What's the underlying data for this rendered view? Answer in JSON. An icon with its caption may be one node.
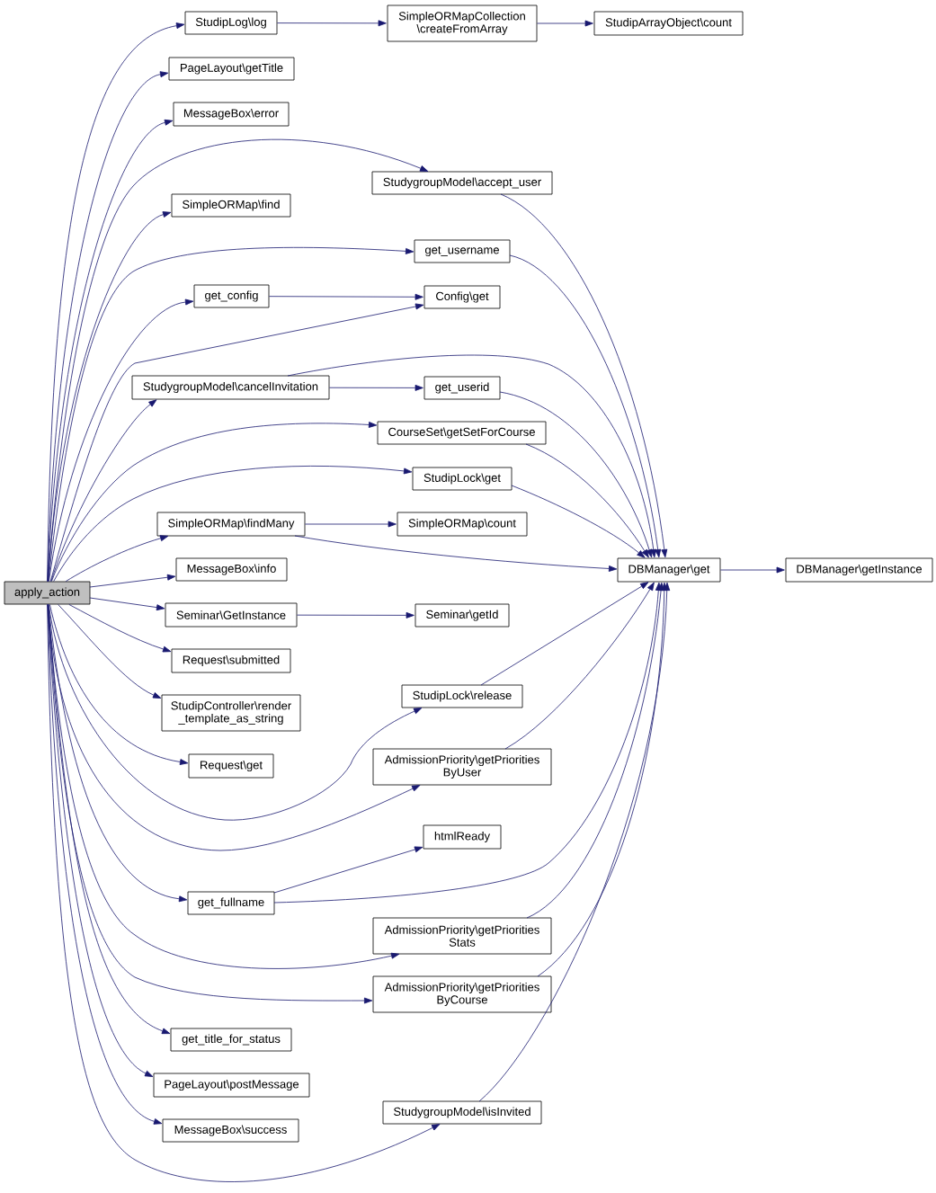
{
  "diagram": {
    "nodes": [
      {
        "text": [
          "apply_action"
        ]
      },
      {
        "text": [
          "StudipLog\\log"
        ]
      },
      {
        "text": [
          "SimpleORMapCollection \\createFromArray"
        ]
      },
      {
        "text": [
          "StudipArrayObject\\count"
        ]
      },
      {
        "text": [
          "PageLayout\\getTitle"
        ]
      },
      {
        "text": [
          "MessageBox\\error"
        ]
      },
      {
        "text": [
          "StudygroupModel\\accept_user"
        ]
      },
      {
        "text": [
          "SimpleORMap\\find"
        ]
      },
      {
        "text": [
          "get_username"
        ]
      },
      {
        "text": [
          "get_config"
        ]
      },
      {
        "text": [
          "Config\\get"
        ]
      },
      {
        "text": [
          "StudygroupModel\\cancelInvitation"
        ]
      },
      {
        "text": [
          "get_userid"
        ]
      },
      {
        "text": [
          "CourseSet\\getSetForCourse"
        ]
      },
      {
        "text": [
          "StudipLock\\get"
        ]
      },
      {
        "text": [
          "SimpleORMap\\findMany"
        ]
      },
      {
        "text": [
          "SimpleORMap\\count"
        ]
      },
      {
        "text": [
          "MessageBox\\info"
        ]
      },
      {
        "text": [
          "DBManager\\get"
        ]
      },
      {
        "text": [
          "DBManager\\getInstance"
        ]
      },
      {
        "text": [
          "Seminar\\GetInstance"
        ]
      },
      {
        "text": [
          "Seminar\\getId"
        ]
      },
      {
        "text": [
          "Request\\submitted"
        ]
      },
      {
        "text": [
          "StudipController\\render _template_as_string"
        ]
      },
      {
        "text": [
          "StudipLock\\release"
        ]
      },
      {
        "text": [
          "Request\\get"
        ]
      },
      {
        "text": [
          "AdmissionPriority\\getPriorities ByUser"
        ]
      },
      {
        "text": [
          "htmlReady"
        ]
      },
      {
        "text": [
          "get_fullname"
        ]
      },
      {
        "text": [
          "AdmissionPriority\\getPriorities Stats"
        ]
      },
      {
        "text": [
          "AdmissionPriority\\getPriorities ByCourse"
        ]
      },
      {
        "text": [
          "get_title_for_status"
        ]
      },
      {
        "text": [
          "PageLayout\\postMessage"
        ]
      },
      {
        "text": [
          "MessageBox\\success"
        ]
      },
      {
        "text": [
          "StudygroupModel\\isInvited"
        ]
      }
    ],
    "edges": [
      {
        "from": 0,
        "to": 1,
        "arrow": "to"
      },
      {
        "from": 0,
        "to": 4,
        "arrow": "to"
      },
      {
        "from": 0,
        "to": 5,
        "arrow": "to"
      },
      {
        "from": 0,
        "to": 6,
        "arrow": "to"
      },
      {
        "from": 0,
        "to": 7,
        "arrow": "to"
      },
      {
        "from": 0,
        "to": 8,
        "arrow": "to"
      },
      {
        "from": 0,
        "to": 9,
        "arrow": "to"
      },
      {
        "from": 0,
        "to": 10,
        "arrow": "to"
      },
      {
        "from": 0,
        "to": 11,
        "arrow": "to"
      },
      {
        "from": 0,
        "to": 13,
        "arrow": "to"
      },
      {
        "from": 0,
        "to": 14,
        "arrow": "to"
      },
      {
        "from": 0,
        "to": 15,
        "arrow": "to"
      },
      {
        "from": 0,
        "to": 17,
        "arrow": "to"
      },
      {
        "from": 0,
        "to": 20,
        "arrow": "to"
      },
      {
        "from": 0,
        "to": 22,
        "arrow": "to"
      },
      {
        "from": 0,
        "to": 23,
        "arrow": "to"
      },
      {
        "from": 0,
        "to": 24,
        "arrow": "to"
      },
      {
        "from": 0,
        "to": 25,
        "arrow": "to"
      },
      {
        "from": 0,
        "to": 26,
        "arrow": "to"
      },
      {
        "from": 0,
        "to": 28,
        "arrow": "to"
      },
      {
        "from": 0,
        "to": 29,
        "arrow": "to"
      },
      {
        "from": 0,
        "to": 30,
        "arrow": "to"
      },
      {
        "from": 0,
        "to": 31,
        "arrow": "to"
      },
      {
        "from": 0,
        "to": 32,
        "arrow": "to"
      },
      {
        "from": 0,
        "to": 33,
        "arrow": "to"
      },
      {
        "from": 0,
        "to": 34,
        "arrow": "to"
      },
      {
        "from": 1,
        "to": 2,
        "arrow": "to"
      },
      {
        "from": 2,
        "to": 3,
        "arrow": "to"
      },
      {
        "from": 6,
        "to": 18,
        "arrow": "to"
      },
      {
        "from": 8,
        "to": 18,
        "arrow": "to"
      },
      {
        "from": 9,
        "to": 10,
        "arrow": "to"
      },
      {
        "from": 11,
        "to": 12,
        "arrow": "to"
      },
      {
        "from": 11,
        "to": 18,
        "arrow": "to"
      },
      {
        "from": 12,
        "to": 18,
        "arrow": "to"
      },
      {
        "from": 13,
        "to": 18,
        "arrow": "to"
      },
      {
        "from": 14,
        "to": 18,
        "arrow": "to"
      },
      {
        "from": 15,
        "to": 16,
        "arrow": "to"
      },
      {
        "from": 15,
        "to": 18,
        "arrow": "to"
      },
      {
        "from": 18,
        "to": 19,
        "arrow": "to"
      },
      {
        "from": 20,
        "to": 21,
        "arrow": "to"
      },
      {
        "from": 24,
        "to": 18,
        "arrow": "to"
      },
      {
        "from": 26,
        "to": 18,
        "arrow": "to"
      },
      {
        "from": 28,
        "to": 27,
        "arrow": "to"
      },
      {
        "from": 28,
        "to": 18,
        "arrow": "to"
      },
      {
        "from": 29,
        "to": 18,
        "arrow": "to"
      },
      {
        "from": 30,
        "to": 18,
        "arrow": "to"
      },
      {
        "from": 34,
        "to": 18,
        "arrow": "to"
      }
    ]
  }
}
